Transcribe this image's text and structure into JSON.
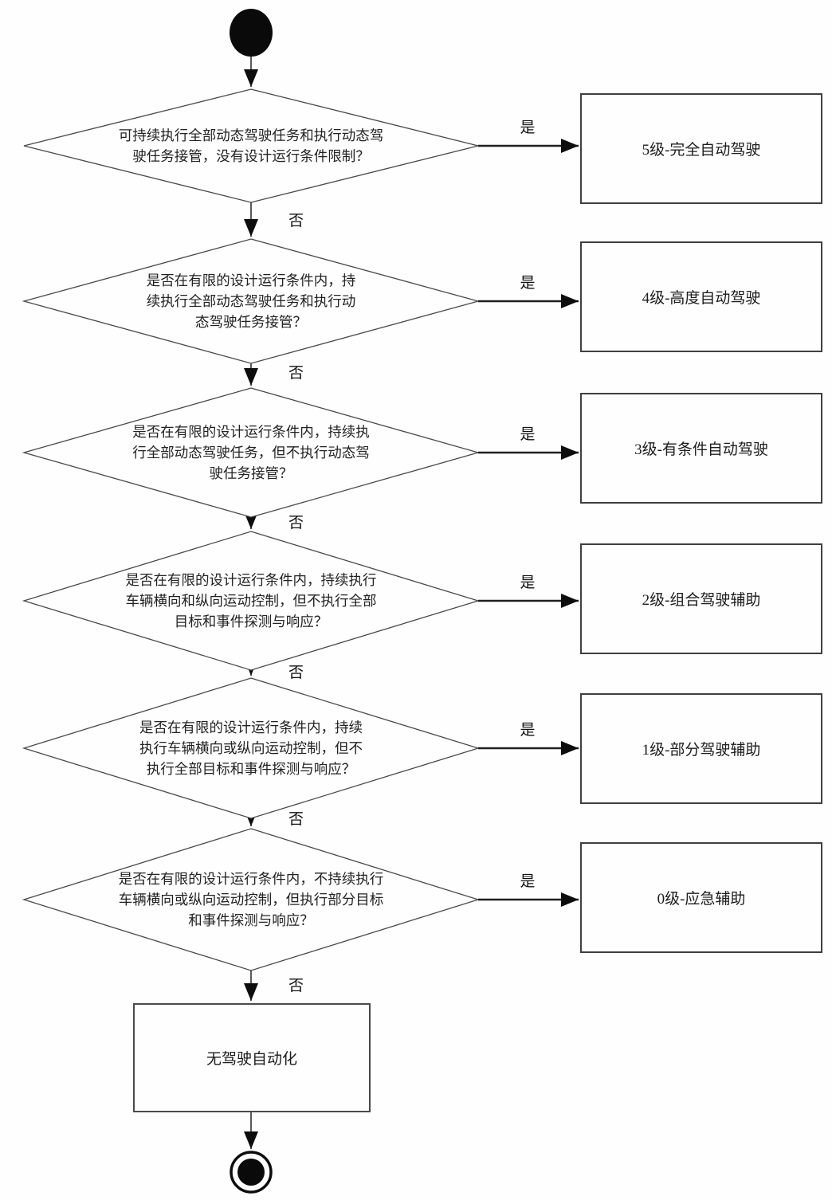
{
  "flowchart": {
    "decisions": [
      {
        "question": "可持续执行全部动态驾驶任务和执行动态驾\n驶任务接管，没有设计运行条件限制？",
        "yes": "是",
        "no": "否",
        "result": "5级-完全自动驾驶"
      },
      {
        "question": "是否在有限的设计运行条件内，持\n续执行全部动态驾驶任务和执行动\n态驾驶任务接管？",
        "yes": "是",
        "no": "否",
        "result": "4级-高度自动驾驶"
      },
      {
        "question": "是否在有限的设计运行条件内，持续执\n行全部动态驾驶任务，但不执行动态驾\n驶任务接管？",
        "yes": "是",
        "no": "否",
        "result": "3级-有条件自动驾驶"
      },
      {
        "question": "是否在有限的设计运行条件内，持续执行\n车辆横向和纵向运动控制，但不执行全部\n目标和事件探测与响应？",
        "yes": "是",
        "no": "否",
        "result": "2级-组合驾驶辅助"
      },
      {
        "question": "是否在有限的设计运行条件内，持续\n执行车辆横向或纵向运动控制，但不\n执行全部目标和事件探测与响应？",
        "yes": "是",
        "no": "否",
        "result": "1级-部分驾驶辅助"
      },
      {
        "question": "是否在有限的设计运行条件内，不持续执行\n车辆横向或纵向运动控制，但执行部分目标\n和事件探测与响应？",
        "yes": "是",
        "no": "否",
        "result": "0级-应急辅助"
      }
    ],
    "terminal": {
      "label": "无驾驶自动化"
    },
    "colors": {
      "line": "#2f2f2f",
      "node_fill": "#0a0a0a",
      "border": "#3f3f3f",
      "background": "#fefefe",
      "text": "#1c1c1c"
    }
  }
}
